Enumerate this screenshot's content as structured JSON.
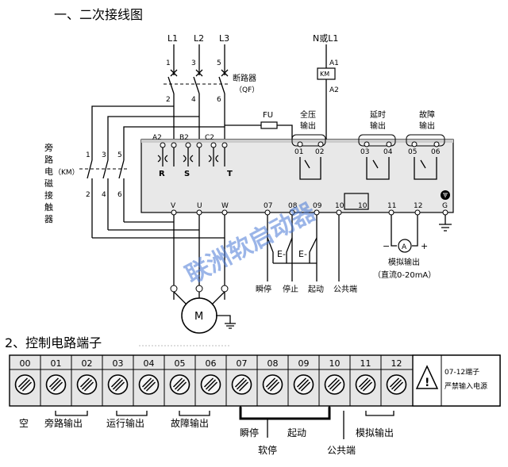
{
  "section1_title": "一、二次接线图",
  "section2_title": "2、控制电路端子",
  "watermark": "联洲软启动器",
  "power": {
    "phases": [
      "L1",
      "L2",
      "L3"
    ],
    "top_numbers": [
      "1",
      "3",
      "5"
    ],
    "bottom_numbers": [
      "2",
      "4",
      "6"
    ],
    "breaker_label": "断路器",
    "breaker_code": "（QF）"
  },
  "control_supply": {
    "label": "N或L1",
    "a1": "A1",
    "a2": "A2",
    "km": "KM",
    "fuse": "FU"
  },
  "bypass": {
    "label_chars": [
      "旁",
      "路",
      "电",
      "磁",
      "接",
      "触",
      "器"
    ],
    "code": "（KM）",
    "top_numbers": [
      "1",
      "3",
      "5"
    ],
    "bottom_numbers": [
      "2",
      "4",
      "6"
    ]
  },
  "unit": {
    "inputs": [
      "A2",
      "B2",
      "C2"
    ],
    "inner_labels": [
      "R",
      "S",
      "T"
    ],
    "relay_groups": [
      {
        "label1": "全压",
        "label2": "输出",
        "terms": [
          "01",
          "02"
        ]
      },
      {
        "label1": "延时",
        "label2": "输出",
        "terms": [
          "03",
          "04"
        ]
      },
      {
        "label1": "故障",
        "label2": "输出",
        "terms": [
          "05",
          "06"
        ]
      }
    ],
    "bottom_terminals": [
      "V",
      "U",
      "W",
      "07",
      "08",
      "09",
      "10",
      "10",
      "11",
      "12",
      "G"
    ]
  },
  "motor": {
    "label": "M"
  },
  "analog": {
    "minus": "−",
    "plus": "+",
    "meter": "A",
    "label1": "模拟输出",
    "label2": "（直流0-20mA）"
  },
  "controls": {
    "switch_labels": [
      "瞬停",
      "停止",
      "起动",
      "公共端"
    ],
    "button_glyph": "E-"
  },
  "strip": {
    "numbers": [
      "00",
      "01",
      "02",
      "03",
      "04",
      "05",
      "06",
      "07",
      "08",
      "09",
      "10",
      "11",
      "12"
    ],
    "warning_line1": "07-12端子",
    "warning_line2": "严禁输入电源",
    "warning_glyph": "!",
    "group_labels": {
      "empty": "空",
      "bypass_out": "旁路输出",
      "run_out": "运行输出",
      "fault_out": "故障输出",
      "instant_stop": "瞬停",
      "start": "起动",
      "soft_stop": "软停",
      "common": "公共端",
      "analog_out": "模拟输出"
    }
  }
}
